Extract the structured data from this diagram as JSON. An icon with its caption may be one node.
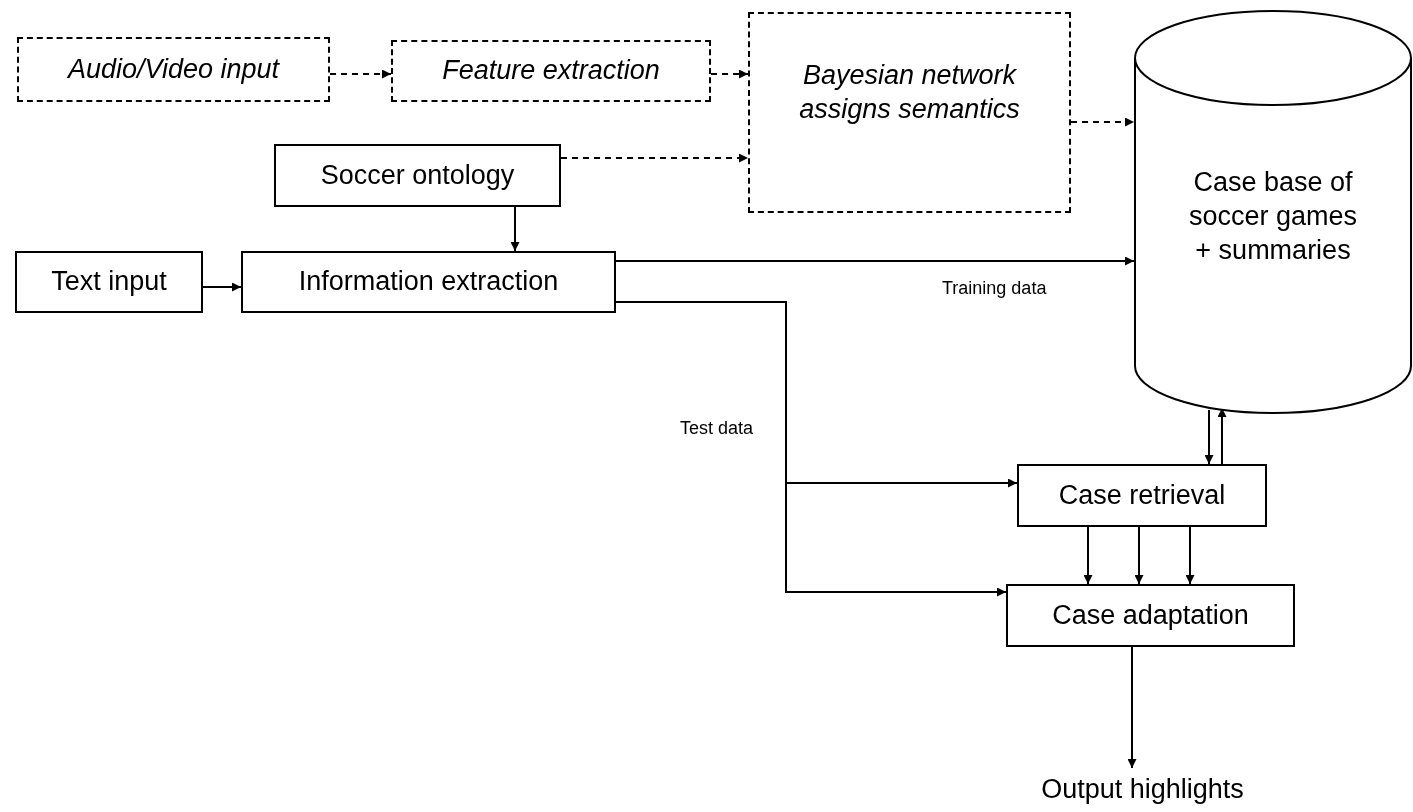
{
  "diagram": {
    "nodes": [
      {
        "text": [
          "Audio/Video input"
        ]
      },
      {
        "text": [
          "Feature extraction"
        ]
      },
      {
        "text": [
          "Bayesian network assigns semantics"
        ]
      },
      {
        "text": [
          "Soccer ontology"
        ]
      },
      {
        "text": [
          "Case base of soccer games + summaries"
        ]
      },
      {
        "text": [
          "Text input"
        ]
      },
      {
        "text": [
          "Information extraction"
        ]
      },
      {
        "text": [
          "Case retrieval"
        ]
      },
      {
        "text": [
          "Case adaptation"
        ]
      },
      {
        "text": [
          "Output highlights"
        ]
      }
    ],
    "edges": [
      {
        "from": 0,
        "to": 1,
        "arrow": "to",
        "style": "dashed"
      },
      {
        "from": 1,
        "to": 2,
        "arrow": "to",
        "style": "dashed"
      },
      {
        "from": 3,
        "to": 2,
        "arrow": "to",
        "style": "dashed"
      },
      {
        "from": 2,
        "to": 4,
        "arrow": "to",
        "style": "dashed"
      },
      {
        "from": 3,
        "to": 6,
        "arrow": "to"
      },
      {
        "from": 5,
        "to": 6,
        "arrow": "to"
      },
      {
        "from": 6,
        "to": 4,
        "arrow": "to",
        "label": "Training data"
      },
      {
        "from": 6,
        "to": 7,
        "arrow": "to",
        "label": "Test data"
      },
      {
        "from": 6,
        "to": 8,
        "arrow": "to"
      },
      {
        "from": 4,
        "to": 7,
        "arrow": "to"
      },
      {
        "from": 7,
        "to": 4,
        "arrow": "to"
      },
      {
        "from": 7,
        "to": 8,
        "arrow": "to"
      },
      {
        "from": 7,
        "to": 8,
        "arrow": "to"
      },
      {
        "from": 7,
        "to": 8,
        "arrow": "to"
      },
      {
        "from": 8,
        "to": 9,
        "arrow": "to"
      }
    ]
  }
}
